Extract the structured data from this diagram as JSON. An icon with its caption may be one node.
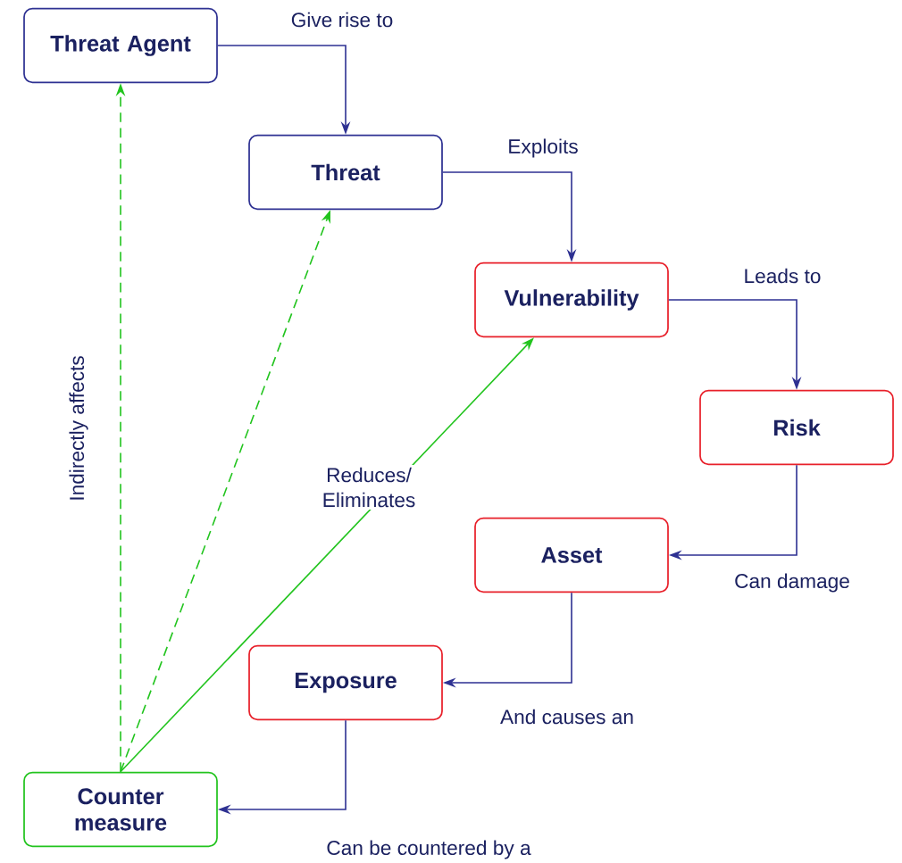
{
  "diagram": {
    "nodes": [
      {
        "text": [
          "Threat Agent"
        ]
      },
      {
        "text": [
          "Threat"
        ]
      },
      {
        "text": [
          "Vulnerability"
        ]
      },
      {
        "text": [
          "Risk"
        ]
      },
      {
        "text": [
          "Asset"
        ]
      },
      {
        "text": [
          "Exposure"
        ]
      },
      {
        "text": [
          "Counter measure"
        ]
      }
    ],
    "edges": [
      {
        "from": 0,
        "to": 1,
        "arrow": "to",
        "label": "Give rise to"
      },
      {
        "from": 1,
        "to": 2,
        "arrow": "to",
        "label": "Exploits"
      },
      {
        "from": 2,
        "to": 3,
        "arrow": "to",
        "label": "Leads to"
      },
      {
        "from": 3,
        "to": 4,
        "arrow": "to",
        "label": "Can damage"
      },
      {
        "from": 4,
        "to": 5,
        "arrow": "to",
        "label": "And causes an"
      },
      {
        "from": 5,
        "to": 6,
        "arrow": "to",
        "label": "Can be countered by a"
      },
      {
        "from": 6,
        "to": 0,
        "arrow": "to",
        "label": "Indirectly affects",
        "style": "dashed",
        "color": "#22c41e"
      },
      {
        "from": 6,
        "to": 1,
        "arrow": "to",
        "style": "dashed",
        "color": "#22c41e"
      },
      {
        "from": 6,
        "to": 2,
        "arrow": "to",
        "label": "Reduces/ Eliminates",
        "color": "#22c41e"
      }
    ]
  }
}
